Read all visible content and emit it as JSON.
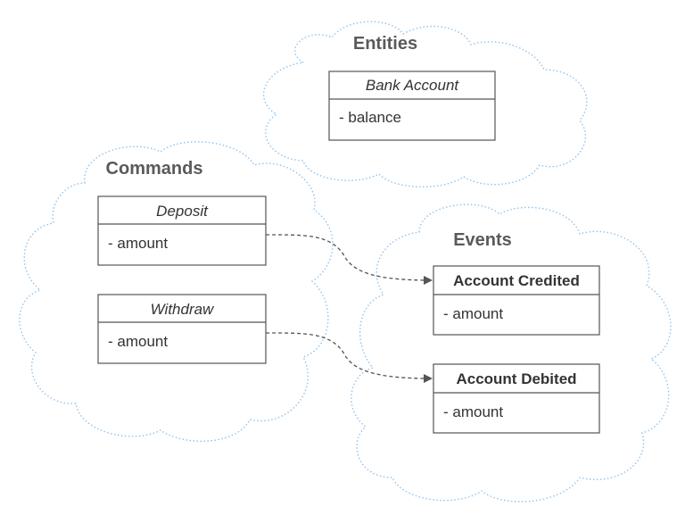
{
  "clouds": {
    "entities": {
      "label": "Entities"
    },
    "commands": {
      "label": "Commands"
    },
    "events": {
      "label": "Events"
    }
  },
  "boxes": {
    "bank_account": {
      "title": "Bank Account",
      "attribute": "- balance"
    },
    "deposit": {
      "title": "Deposit",
      "attribute": "- amount"
    },
    "withdraw": {
      "title": "Withdraw",
      "attribute": "- amount"
    },
    "account_credited": {
      "title": "Account Credited",
      "attribute": "- amount"
    },
    "account_debited": {
      "title": "Account Debited",
      "attribute": "- amount"
    }
  },
  "arrows": [
    {
      "from": "Deposit",
      "to": "Account Credited"
    },
    {
      "from": "Withdraw",
      "to": "Account Debited"
    }
  ],
  "colors": {
    "cloud_stroke": "#8fc3ee",
    "box_stroke": "#555555",
    "arrow": "#555555",
    "label": "#5a5a5a"
  }
}
